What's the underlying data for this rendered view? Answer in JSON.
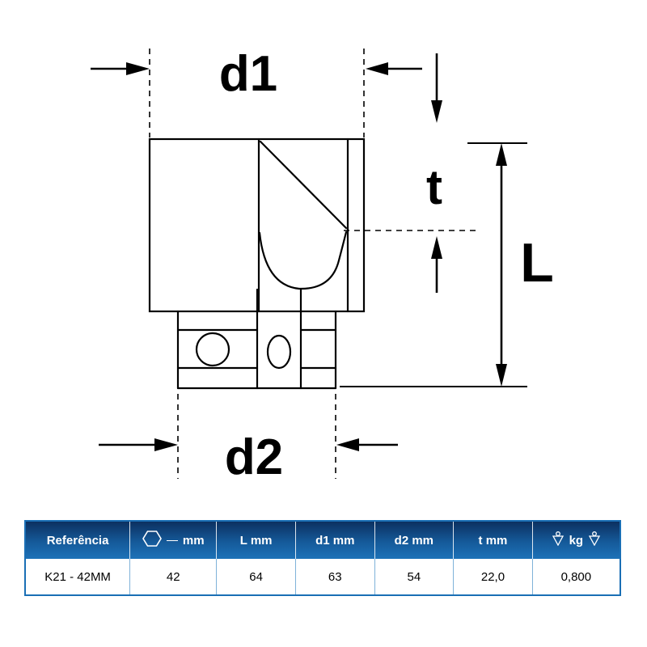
{
  "diagram": {
    "dim_labels": {
      "d1": "d1",
      "t": "t",
      "L": "L",
      "d2": "d2"
    }
  },
  "table": {
    "headers": {
      "reference": "Referência",
      "hex_unit": "mm",
      "length": "L mm",
      "d1": "d1 mm",
      "d2": "d2 mm",
      "t": "t mm",
      "weight_unit": "kg"
    },
    "row": {
      "reference": "K21 - 42MM",
      "hex": "42",
      "length": "64",
      "d1": "63",
      "d2": "54",
      "t": "22,0",
      "weight": "0,800"
    }
  },
  "icons": {
    "hex": "hexagon-icon",
    "scale": "scale-icon"
  },
  "colors": {
    "background": "#ffffff",
    "line": "#000000",
    "table_border": "#1a6fb5",
    "header_gradient_top": "#0c3060",
    "header_gradient_bottom": "#1d72b8",
    "header_text": "#ffffff"
  }
}
